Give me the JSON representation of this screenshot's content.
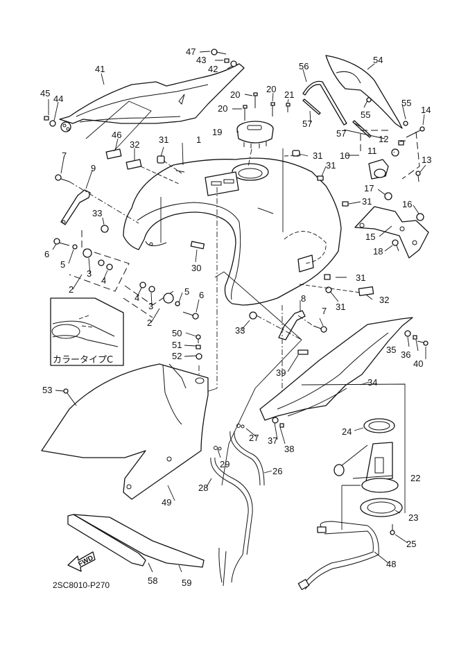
{
  "diagram": {
    "title_code": "2SC8010-P270",
    "direction_arrow": {
      "icon": "fwd-arrow-icon",
      "label": "FWD"
    },
    "inset": {
      "label": "カラータイプC"
    },
    "callouts": [
      {
        "id": "c47",
        "label": "47"
      },
      {
        "id": "c43",
        "label": "43"
      },
      {
        "id": "c42",
        "label": "42"
      },
      {
        "id": "c41",
        "label": "41"
      },
      {
        "id": "c45",
        "label": "45"
      },
      {
        "id": "c44",
        "label": "44"
      },
      {
        "id": "c46",
        "label": "46"
      },
      {
        "id": "c32a",
        "label": "32"
      },
      {
        "id": "c31a",
        "label": "31"
      },
      {
        "id": "c1",
        "label": "1"
      },
      {
        "id": "c7a",
        "label": "7"
      },
      {
        "id": "c9",
        "label": "9"
      },
      {
        "id": "c20a",
        "label": "20"
      },
      {
        "id": "c20b",
        "label": "20"
      },
      {
        "id": "c20c",
        "label": "20"
      },
      {
        "id": "c21",
        "label": "21"
      },
      {
        "id": "c19",
        "label": "19"
      },
      {
        "id": "c56",
        "label": "56"
      },
      {
        "id": "c54",
        "label": "54"
      },
      {
        "id": "c55a",
        "label": "55"
      },
      {
        "id": "c55b",
        "label": "55"
      },
      {
        "id": "c57a",
        "label": "57"
      },
      {
        "id": "c57b",
        "label": "57"
      },
      {
        "id": "c14",
        "label": "14"
      },
      {
        "id": "c12",
        "label": "12"
      },
      {
        "id": "c11",
        "label": "11"
      },
      {
        "id": "c10",
        "label": "10"
      },
      {
        "id": "c13",
        "label": "13"
      },
      {
        "id": "c31b",
        "label": "31"
      },
      {
        "id": "c31c",
        "label": "31"
      },
      {
        "id": "c17",
        "label": "17"
      },
      {
        "id": "c16",
        "label": "16"
      },
      {
        "id": "c31d",
        "label": "31"
      },
      {
        "id": "c15",
        "label": "15"
      },
      {
        "id": "c18",
        "label": "18"
      },
      {
        "id": "c33a",
        "label": "33"
      },
      {
        "id": "c6a",
        "label": "6"
      },
      {
        "id": "c5a",
        "label": "5"
      },
      {
        "id": "c3a",
        "label": "3"
      },
      {
        "id": "c4a",
        "label": "4"
      },
      {
        "id": "c2a",
        "label": "2"
      },
      {
        "id": "c30",
        "label": "30"
      },
      {
        "id": "c4b",
        "label": "4"
      },
      {
        "id": "c3b",
        "label": "3"
      },
      {
        "id": "c5b",
        "label": "5"
      },
      {
        "id": "c6b",
        "label": "6"
      },
      {
        "id": "c2b",
        "label": "2"
      },
      {
        "id": "c31e",
        "label": "31"
      },
      {
        "id": "c31f",
        "label": "31"
      },
      {
        "id": "c32b",
        "label": "32"
      },
      {
        "id": "c8",
        "label": "8"
      },
      {
        "id": "c7b",
        "label": "7"
      },
      {
        "id": "c33b",
        "label": "33"
      },
      {
        "id": "c50",
        "label": "50"
      },
      {
        "id": "c51",
        "label": "51"
      },
      {
        "id": "c52",
        "label": "52"
      },
      {
        "id": "c35",
        "label": "35"
      },
      {
        "id": "c36",
        "label": "36"
      },
      {
        "id": "c40",
        "label": "40"
      },
      {
        "id": "c39",
        "label": "39"
      },
      {
        "id": "c34",
        "label": "34"
      },
      {
        "id": "c53",
        "label": "53"
      },
      {
        "id": "c24",
        "label": "24"
      },
      {
        "id": "c27",
        "label": "27"
      },
      {
        "id": "c37",
        "label": "37"
      },
      {
        "id": "c38",
        "label": "38"
      },
      {
        "id": "c29",
        "label": "29"
      },
      {
        "id": "c26",
        "label": "26"
      },
      {
        "id": "c22",
        "label": "22"
      },
      {
        "id": "c28",
        "label": "28"
      },
      {
        "id": "c49",
        "label": "49"
      },
      {
        "id": "c23",
        "label": "23"
      },
      {
        "id": "c25",
        "label": "25"
      },
      {
        "id": "c48",
        "label": "48"
      },
      {
        "id": "c58",
        "label": "58"
      },
      {
        "id": "c59",
        "label": "59"
      }
    ]
  }
}
